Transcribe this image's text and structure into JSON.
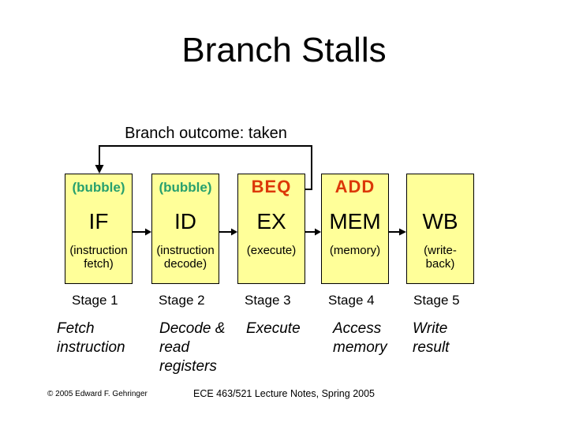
{
  "slide": {
    "title": "Branch Stalls",
    "annotation": "Branch outcome: taken",
    "colors": {
      "box_fill": "#FFFF99",
      "bubble_text": "#27A06E",
      "instruction_text": "#DC3808",
      "line": "#000000"
    },
    "pipeline": {
      "columns": [
        {
          "top_label": "(bubble)",
          "stage_abbr": "IF",
          "stage_caption": "(instruction\nfetch)",
          "stage_name": "Stage 1",
          "description": "Fetch\ninstruction"
        },
        {
          "top_label": "(bubble)",
          "stage_abbr": "ID",
          "stage_caption": "(instruction\ndecode)",
          "stage_name": "Stage 2",
          "description": "Decode &\nread\nregisters"
        },
        {
          "top_label": "BEQ",
          "stage_abbr": "EX",
          "stage_caption": "(execute)",
          "stage_name": "Stage 3",
          "description": "Execute"
        },
        {
          "top_label": "ADD",
          "stage_abbr": "MEM",
          "stage_caption": "(memory)",
          "stage_name": "Stage 4",
          "description": "Access\nmemory"
        },
        {
          "top_label": "",
          "stage_abbr": "WB",
          "stage_caption": "(write-\nback)",
          "stage_name": "Stage 5",
          "description": "Write\nresult"
        }
      ]
    },
    "footer": {
      "copyright": "© 2005 Edward F. Gehringer",
      "course": "ECE 463/521 Lecture Notes, Spring 2005"
    }
  }
}
